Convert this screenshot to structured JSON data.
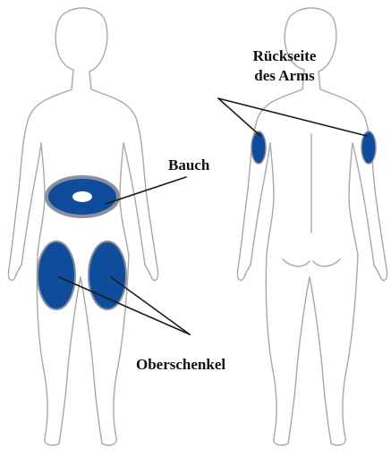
{
  "labels": {
    "back_of_arm_line1": "Rückseite",
    "back_of_arm_line2": "des Arms",
    "abdomen": "Bauch",
    "thigh": "Oberschenkel"
  },
  "colors": {
    "outline": "#a8a8a8",
    "injection_area": "#0f4c9c",
    "area_border": "#8a8fa0",
    "pointer_line": "#1a1a1a"
  }
}
